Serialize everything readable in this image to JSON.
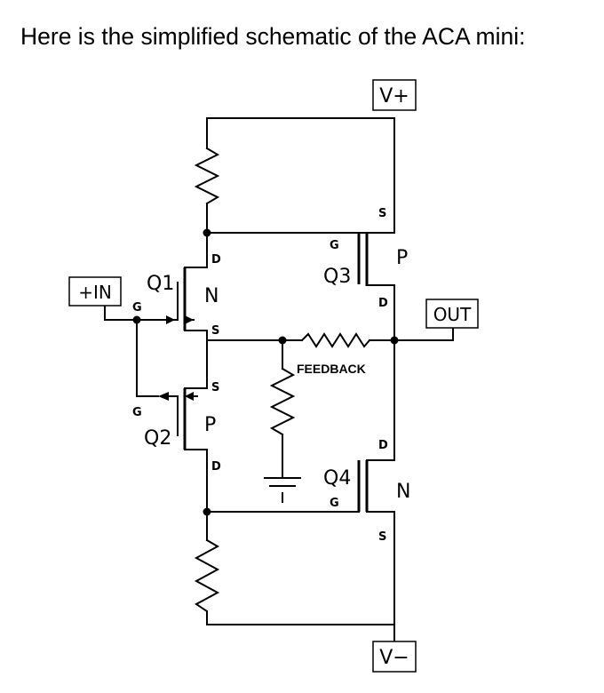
{
  "heading": "Here is the simplified schematic of the ACA mini:",
  "terminals": {
    "vplus": "V+",
    "vminus": "V−",
    "in": "+IN",
    "out": "OUT"
  },
  "transistors": {
    "q1": {
      "name": "Q1",
      "type": "N",
      "gate": "G",
      "drain": "D",
      "source": "S"
    },
    "q2": {
      "name": "Q2",
      "type": "P",
      "gate": "G",
      "drain": "D",
      "source": "S"
    },
    "q3": {
      "name": "Q3",
      "type": "P",
      "gate": "G",
      "drain": "D",
      "source": "S"
    },
    "q4": {
      "name": "Q4",
      "type": "N",
      "gate": "G",
      "drain": "D",
      "source": "S"
    }
  },
  "feedback_label": "FEEDBACK",
  "icons": [
    "resistor-icon",
    "ground-icon",
    "junction-dot"
  ]
}
